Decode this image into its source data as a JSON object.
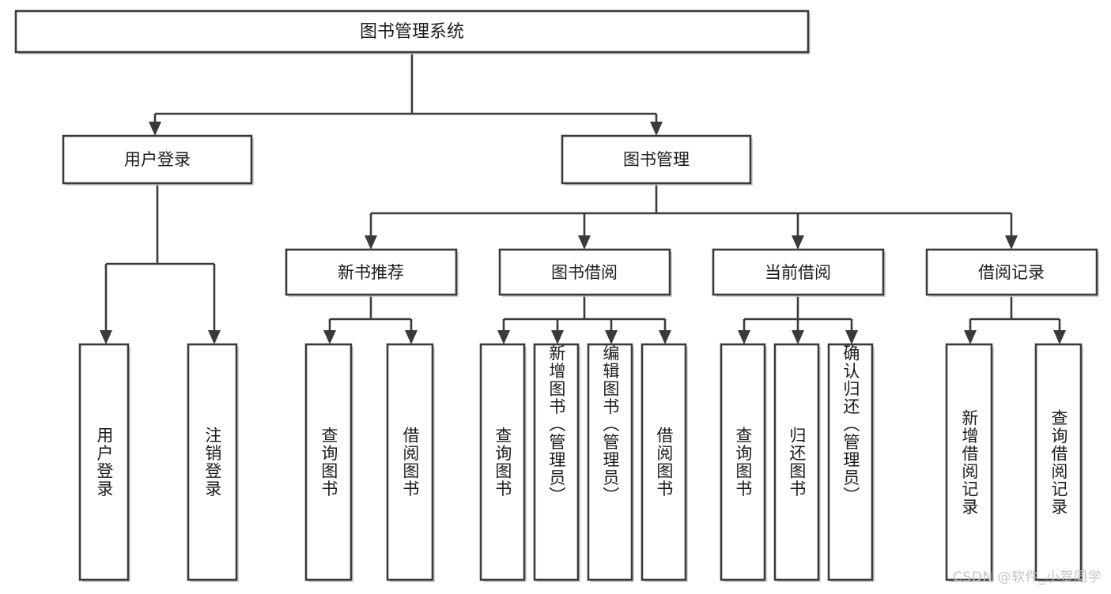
{
  "diagram": {
    "type": "tree-hierarchy",
    "title": "图书管理系统",
    "root": {
      "id": "root",
      "label": "图书管理系统",
      "orientation": "horizontal"
    },
    "level2": [
      {
        "id": "user-login",
        "label": "用户登录",
        "orientation": "horizontal"
      },
      {
        "id": "book-manage",
        "label": "图书管理",
        "orientation": "horizontal"
      }
    ],
    "level3": [
      {
        "id": "new-book-recommend",
        "label": "新书推荐",
        "orientation": "horizontal",
        "parent": "book-manage"
      },
      {
        "id": "book-borrow",
        "label": "图书借阅",
        "orientation": "horizontal",
        "parent": "book-manage"
      },
      {
        "id": "current-borrow",
        "label": "当前借阅",
        "orientation": "horizontal",
        "parent": "book-manage"
      },
      {
        "id": "borrow-record",
        "label": "借阅记录",
        "orientation": "horizontal",
        "parent": "book-manage"
      }
    ],
    "leaves": [
      {
        "id": "leaf-user-login",
        "label": "用户登录",
        "orientation": "vertical",
        "parent": "user-login"
      },
      {
        "id": "leaf-user-logout",
        "label": "注销登录",
        "orientation": "vertical",
        "parent": "user-login"
      },
      {
        "id": "leaf-query-book-1",
        "label": "查询图书",
        "orientation": "vertical",
        "parent": "new-book-recommend"
      },
      {
        "id": "leaf-borrow-book-1",
        "label": "借阅图书",
        "orientation": "vertical",
        "parent": "new-book-recommend"
      },
      {
        "id": "leaf-query-book-2",
        "label": "查询图书",
        "orientation": "vertical",
        "parent": "book-borrow"
      },
      {
        "id": "leaf-add-book",
        "label": "新增图书（管理员）",
        "orientation": "vertical",
        "parent": "book-borrow"
      },
      {
        "id": "leaf-edit-book",
        "label": "编辑图书（管理员）",
        "orientation": "vertical",
        "parent": "book-borrow"
      },
      {
        "id": "leaf-borrow-book-2",
        "label": "借阅图书",
        "orientation": "vertical",
        "parent": "book-borrow"
      },
      {
        "id": "leaf-query-book-3",
        "label": "查询图书",
        "orientation": "vertical",
        "parent": "current-borrow"
      },
      {
        "id": "leaf-return-book",
        "label": "归还图书",
        "orientation": "vertical",
        "parent": "current-borrow"
      },
      {
        "id": "leaf-confirm-return",
        "label": "确认归还（管理员）",
        "orientation": "vertical",
        "parent": "current-borrow"
      },
      {
        "id": "leaf-add-record",
        "label": "新增借阅记录",
        "orientation": "vertical",
        "parent": "borrow-record"
      },
      {
        "id": "leaf-query-record",
        "label": "查询借阅记录",
        "orientation": "vertical",
        "parent": "borrow-record"
      }
    ]
  },
  "watermark": {
    "text": "CSDN @软件_小贺同学"
  },
  "colors": {
    "stroke": "#3a3a3a",
    "fill": "#ffffff",
    "text": "#1b1b1b",
    "shadow": "#c9c9c9",
    "watermark": "#c4c4c4"
  }
}
